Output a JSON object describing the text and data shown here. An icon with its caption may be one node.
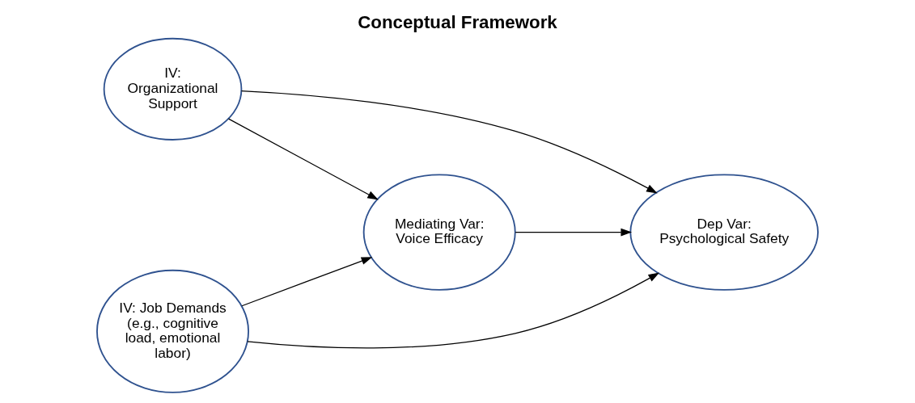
{
  "diagram": {
    "title": "Conceptual Framework",
    "nodes": [
      {
        "text": [
          "IV: Organizational Support"
        ]
      },
      {
        "text": [
          "IV: Job Demands (e.g., cognitive load, emotional labor)"
        ]
      },
      {
        "text": [
          "Mediating Var: Voice Efficacy"
        ]
      },
      {
        "text": [
          "Dep Var: Psychological Safety"
        ]
      }
    ],
    "edges": [
      {
        "from": 0,
        "to": 3,
        "arrow": "to"
      },
      {
        "from": 0,
        "to": 2,
        "arrow": "to"
      },
      {
        "from": 2,
        "to": 3,
        "arrow": "to"
      },
      {
        "from": 1,
        "to": 2,
        "arrow": "to"
      },
      {
        "from": 1,
        "to": 3,
        "arrow": "to"
      }
    ]
  }
}
